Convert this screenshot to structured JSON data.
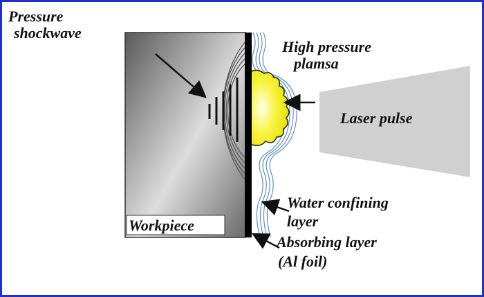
{
  "diagram": {
    "labels": {
      "pressure_shockwave": [
        "Pressure",
        "shockwave"
      ],
      "high_pressure_plasma": [
        "High pressure",
        "plamsa"
      ],
      "laser_pulse": "Laser pulse",
      "water_layer": [
        "Water confining",
        "layer"
      ],
      "absorbing_layer": [
        "Absorbing layer",
        "(Al foil)"
      ],
      "workpiece": "Workpiece"
    },
    "colors": {
      "border": "#1f2fd0",
      "plasma": "#f5f020",
      "water": "#5a8ec8",
      "laser": "#d0d0d0"
    }
  }
}
